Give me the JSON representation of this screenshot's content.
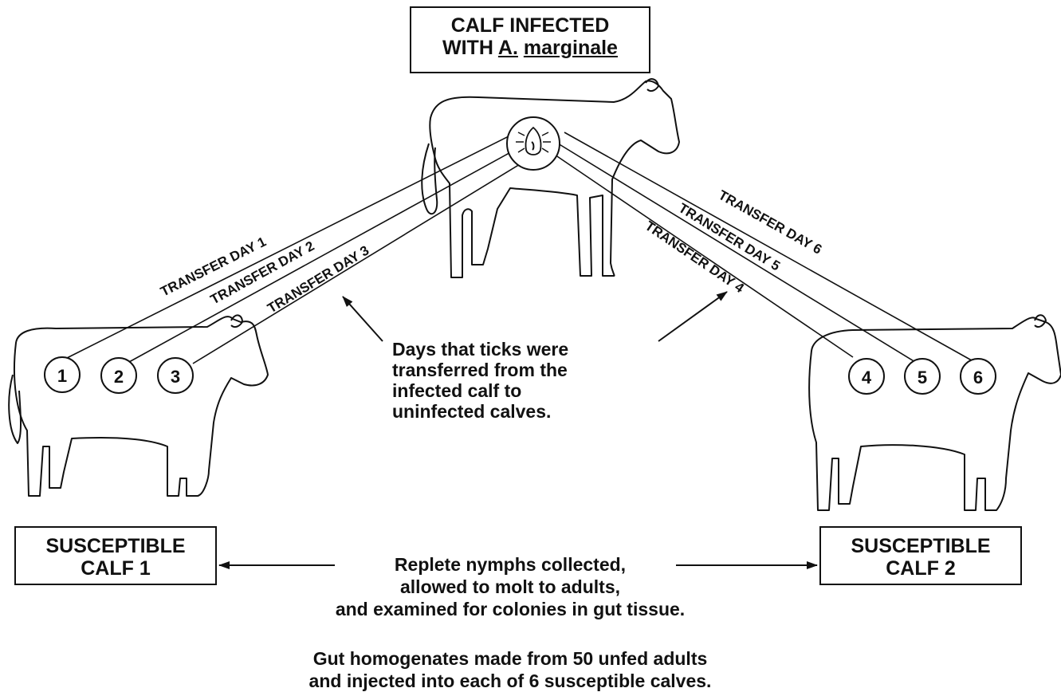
{
  "infected_box": {
    "line1": "CALF INFECTED",
    "line2_prefix": "WITH ",
    "genus": "A.",
    "species": "marginale"
  },
  "tick_icon": "tick-icon",
  "transfers": [
    {
      "label": "TRANSFER DAY 1",
      "number": "1"
    },
    {
      "label": "TRANSFER DAY 2",
      "number": "2"
    },
    {
      "label": "TRANSFER DAY 3",
      "number": "3"
    },
    {
      "label": "TRANSFER DAY 4",
      "number": "4"
    },
    {
      "label": "TRANSFER DAY 5",
      "number": "5"
    },
    {
      "label": "TRANSFER DAY 6",
      "number": "6"
    }
  ],
  "days_note": [
    "Days that ticks were",
    "transferred from the",
    "infected calf to",
    "uninfected calves."
  ],
  "susceptible_left": {
    "line1": "SUSCEPTIBLE",
    "line2": "CALF 1"
  },
  "susceptible_right": {
    "line1": "SUSCEPTIBLE",
    "line2": "CALF 2"
  },
  "nymph_note": [
    "Replete nymphs collected,",
    "allowed to molt to adults,",
    "and examined for colonies in gut tissue."
  ],
  "gut_note": [
    "Gut homogenates made from 50 unfed adults",
    "and injected into each of 6 susceptible calves."
  ]
}
